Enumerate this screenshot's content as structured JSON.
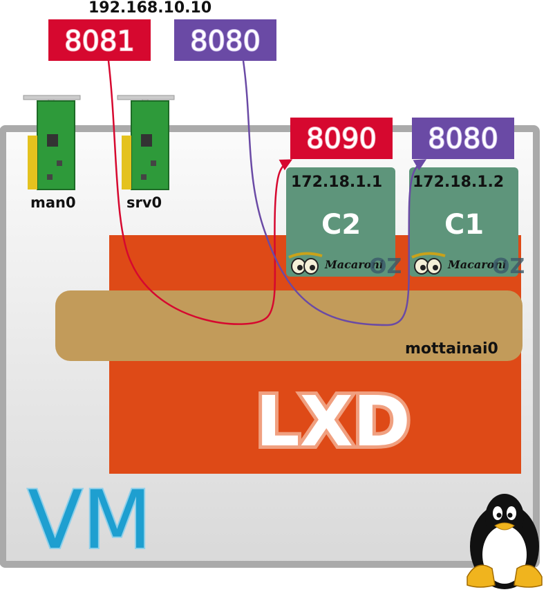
{
  "host_ip": "192.168.10.10",
  "host_ports": [
    {
      "label": "8081",
      "color": "#d6082f"
    },
    {
      "label": "8080",
      "color": "#6a4aa5"
    }
  ],
  "nics": [
    {
      "label": "man0"
    },
    {
      "label": "srv0"
    }
  ],
  "containers": [
    {
      "name": "C2",
      "ip": "172.18.1.1",
      "port": "8090",
      "port_color": "#d6082f",
      "logo_text": "Macaroni"
    },
    {
      "name": "C1",
      "ip": "172.18.1.2",
      "port": "8080",
      "port_color": "#6a4aa5",
      "logo_text": "Macaroni"
    }
  ],
  "bridge": {
    "label": "mottainai0"
  },
  "lxd": {
    "label": "LXD",
    "color": "#de4a17"
  },
  "vm": {
    "label": "VM",
    "color": "#1e9fd0"
  },
  "colors": {
    "bridge": "#c29b5a",
    "container": "#5e957b",
    "vm_border": "#aaaaaa",
    "forward_red": "#d6082f",
    "forward_purple": "#6a4aa5"
  }
}
